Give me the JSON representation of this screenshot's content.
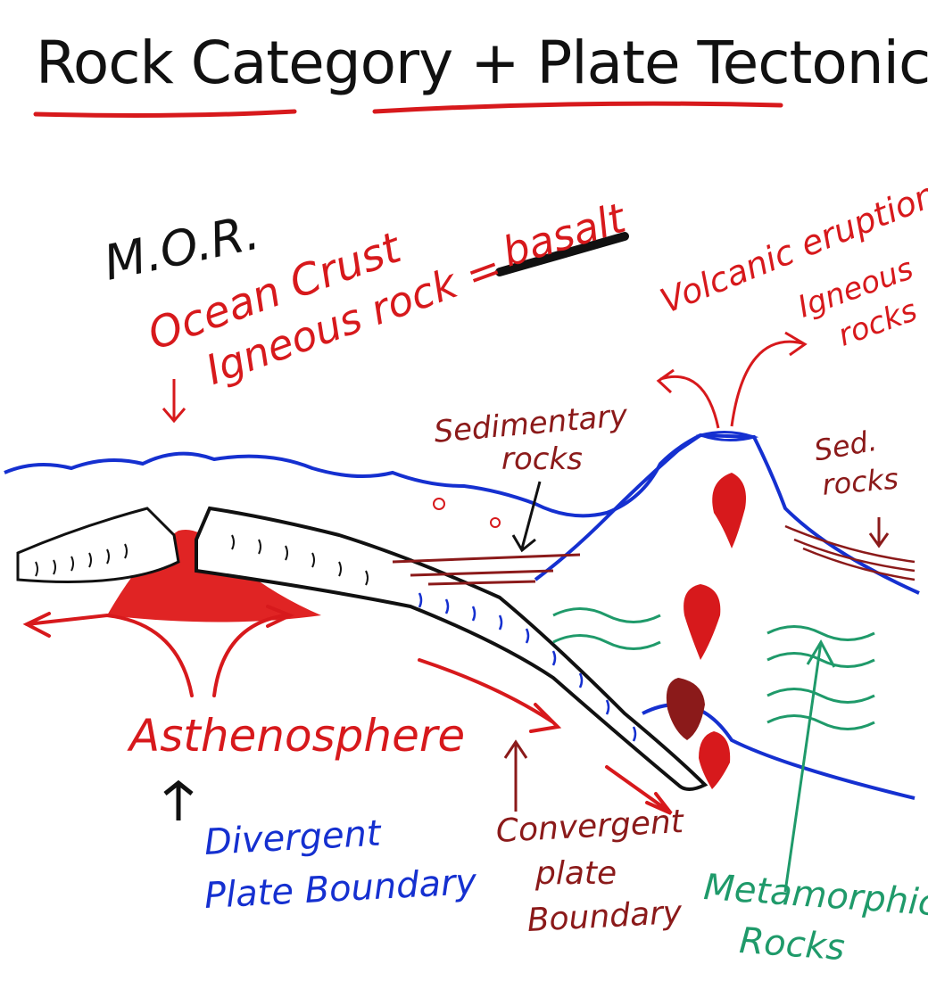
{
  "title": "Rock Category + Plate Tectonics",
  "labels": {
    "mor": "M.O.R.",
    "ocean_crust": "Ocean Crust",
    "igneous_rock_eq": "Igneous rock =",
    "basalt": "basalt",
    "volcanic_eruption": "Volcanic eruption",
    "igneous_rocks": [
      "Igneous",
      "rocks"
    ],
    "sedimentary_rocks": [
      "Sedimentary",
      "rocks"
    ],
    "sed_rocks": [
      "Sed.",
      "rocks"
    ],
    "asthenosphere": "Asthenosphere",
    "divergent": [
      "Divergent",
      "Plate Boundary"
    ],
    "convergent": [
      "Convergent",
      "plate",
      "Boundary"
    ],
    "metamorphic": [
      "Metamorphic",
      "Rocks"
    ]
  },
  "colors": {
    "black": "#111111",
    "red": "#d7191c",
    "darkred": "#8b1a1a",
    "blue": "#1530d0",
    "green": "#1f9a6a",
    "magma": "#e02424"
  }
}
